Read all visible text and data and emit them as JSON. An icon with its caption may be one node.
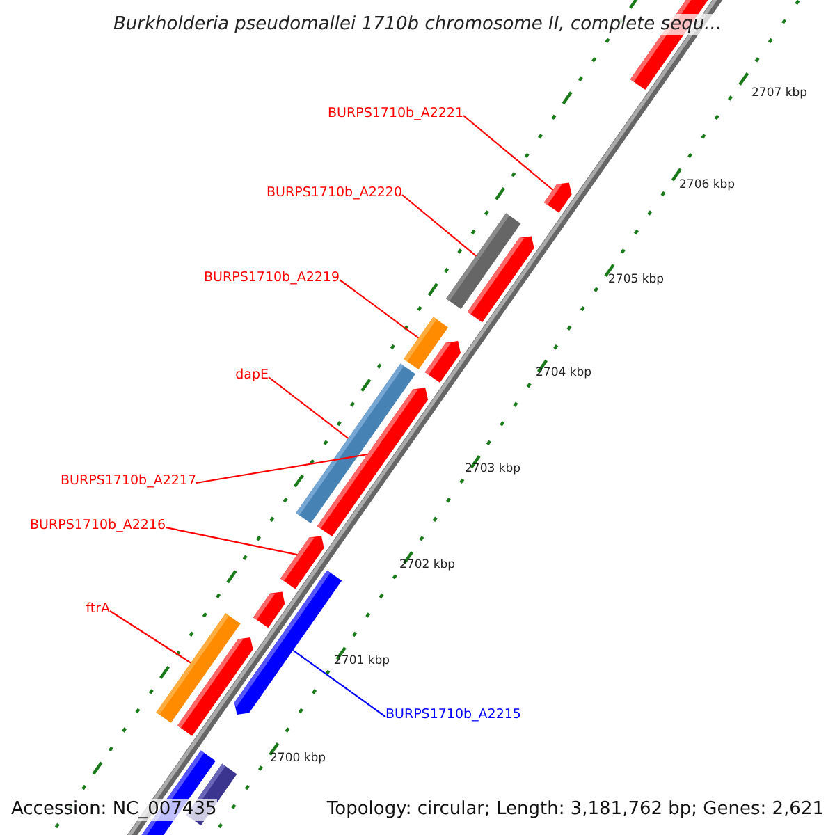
{
  "diagram": {
    "title": "Burkholderia pseudomallei 1710b chromosome II, complete sequ...",
    "nodes": [
      {
        "text": [
          "BURPS1710b_A2221"
        ]
      },
      {
        "text": [],
        "shape": "bar"
      },
      {
        "text": [
          "BURPS1710b_A2220"
        ]
      },
      {
        "text": [],
        "shape": "bar"
      },
      {
        "text": [
          "BURPS1710b_A2219"
        ]
      },
      {
        "text": [],
        "shape": "bar"
      },
      {
        "text": [
          "dapE"
        ]
      },
      {
        "text": [],
        "shape": "bar"
      },
      {
        "text": [
          "BURPS1710b_A2217"
        ]
      },
      {
        "text": [],
        "shape": "bar"
      },
      {
        "text": [
          "BURPS1710b_A2216"
        ]
      },
      {
        "text": [],
        "shape": "bar"
      },
      {
        "text": [
          "ftrA"
        ]
      },
      {
        "text": [],
        "shape": "bar"
      },
      {
        "text": [
          "BURPS1710b_A2215"
        ]
      },
      {
        "text": [],
        "shape": "bar"
      }
    ],
    "edges": [
      {
        "from": 0,
        "to": 1,
        "arrow": "none"
      },
      {
        "from": 2,
        "to": 3,
        "arrow": "none"
      },
      {
        "from": 4,
        "to": 5,
        "arrow": "none"
      },
      {
        "from": 6,
        "to": 7,
        "arrow": "none"
      },
      {
        "from": 8,
        "to": 9,
        "arrow": "none"
      },
      {
        "from": 10,
        "to": 11,
        "arrow": "none"
      },
      {
        "from": 12,
        "to": 13,
        "arrow": "none"
      },
      {
        "from": 14,
        "to": 15,
        "arrow": "none",
        "color": "#0000ff"
      }
    ],
    "labels": [
      "2707 kbp",
      "2706 kbp",
      "2705 kbp",
      "2704 kbp",
      "2703 kbp",
      "2702 kbp",
      "2701 kbp",
      "2700 kbp",
      "Accession: NC_007435",
      "Topology: circular; Length: 3,181,762 bp; Genes: 2,621"
    ]
  }
}
